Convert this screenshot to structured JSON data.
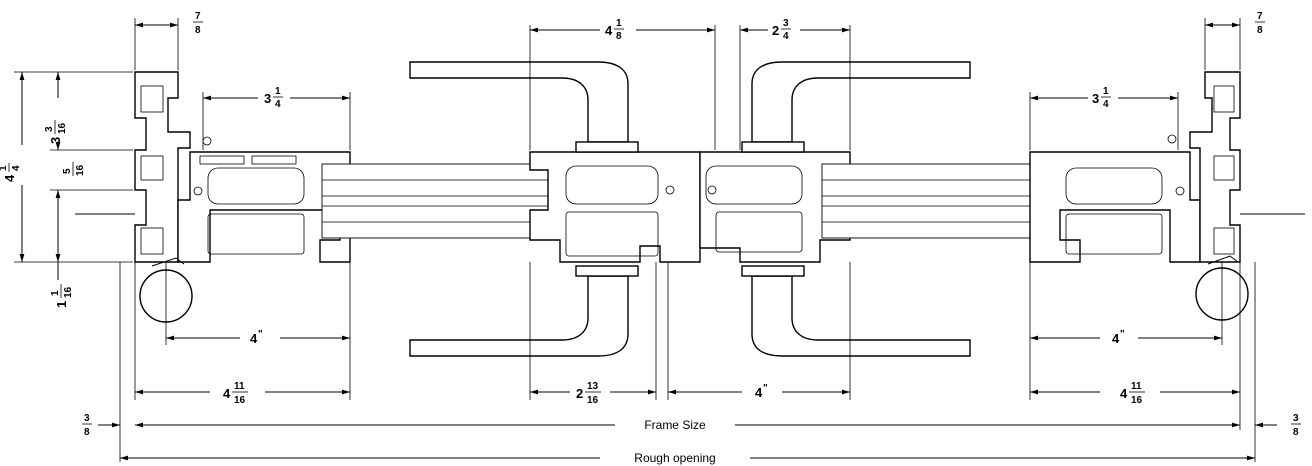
{
  "dimensions": {
    "top_left_7_8": {
      "n": "7",
      "d": "8"
    },
    "top_right_7_8": {
      "n": "7",
      "d": "8"
    },
    "handle_left_4_1_8": {
      "w": "4",
      "n": "1",
      "d": "8"
    },
    "handle_right_2_3_4": {
      "w": "2",
      "n": "3",
      "d": "4"
    },
    "left_sash_3_1_4": {
      "w": "3",
      "n": "1",
      "d": "4"
    },
    "right_sash_3_1_4": {
      "w": "3",
      "n": "1",
      "d": "4"
    },
    "height_4_1_4": {
      "w": "4",
      "n": "1",
      "d": "4"
    },
    "height_3_3_16": {
      "w": "3",
      "n": "3",
      "d": "16"
    },
    "offset_5_16": {
      "n": "5",
      "d": "16"
    },
    "bottom_1_1_16": {
      "w": "1",
      "n": "1",
      "d": "16"
    },
    "left_4": {
      "w": "4"
    },
    "right_4": {
      "w": "4"
    },
    "center_2_13_16": {
      "w": "2",
      "n": "13",
      "d": "16"
    },
    "center_4": {
      "w": "4"
    },
    "left_4_11_16": {
      "w": "4",
      "n": "11",
      "d": "16"
    },
    "right_4_11_16": {
      "w": "4",
      "n": "11",
      "d": "16"
    },
    "edge_left_3_8": {
      "n": "3",
      "d": "8"
    },
    "edge_right_3_8": {
      "n": "3",
      "d": "8"
    }
  },
  "labels": {
    "frame_size": "Frame Size",
    "rough_opening": "Rough opening"
  }
}
